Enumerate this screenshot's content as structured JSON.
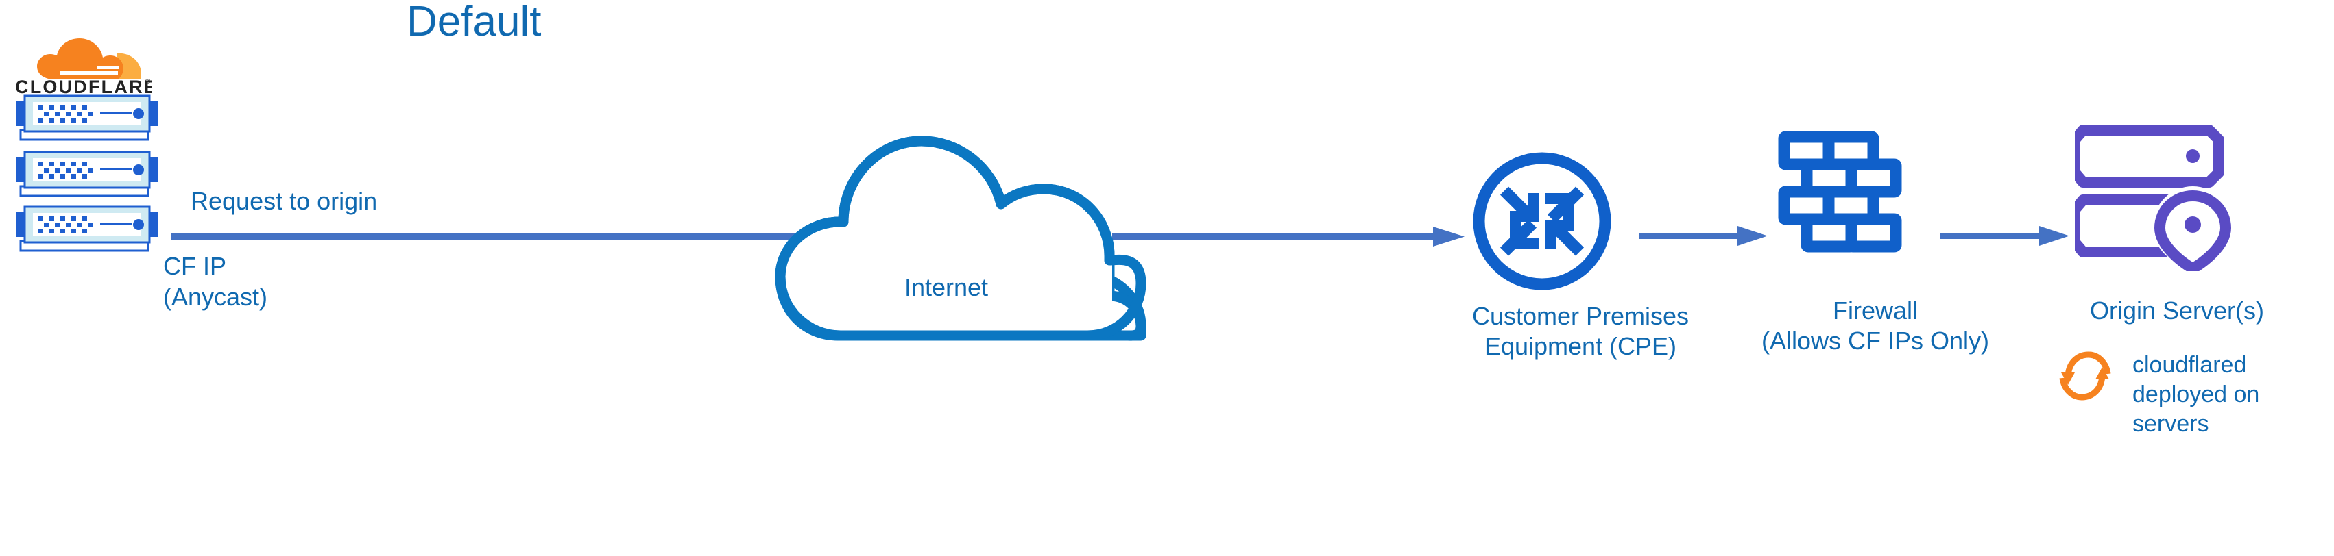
{
  "page": {
    "title": "Default",
    "background": "#ffffff"
  },
  "colors": {
    "title_blue": "#1069b0",
    "label_blue": "#1069b0",
    "icon_blue": "#1060ca",
    "cloud_blue": "#0b77c2",
    "connector_blue": "#4472c4",
    "server_blue": "#1f5fd0",
    "server_frame_light": "#cfeaf2",
    "origin_purple": "#5a4bc4",
    "cloudflare_orange": "#f6821f",
    "cloudflare_orange_light": "#fbad41",
    "wordmark_black": "#222222"
  },
  "brand": {
    "wordmark": "CLOUDFLARE",
    "registered_mark": "®",
    "logo_icon": "cloudflare-cloud-logo"
  },
  "edge": {
    "server_count": 3,
    "server_icon": "edge-server-icon"
  },
  "flow": {
    "request_label": "Request to origin",
    "cf_ip_label": "CF IP\n(Anycast)",
    "arrow_icon": "arrow-right-icon"
  },
  "nodes": [
    {
      "id": "internet",
      "label": "Internet",
      "icon": "cloud-icon"
    },
    {
      "id": "cpe",
      "label": "Customer Premises\nEquipment (CPE)",
      "icon": "router-icon"
    },
    {
      "id": "firewall",
      "label": "Firewall\n(Allows CF IPs Only)",
      "icon": "brick-wall-icon"
    },
    {
      "id": "origin",
      "label": "Origin Server(s)",
      "icon": "server-location-pin-icon"
    }
  ],
  "annotation": {
    "cloudflared_label": "cloudflared\ndeployed on\nservers",
    "cloudflared_icon": "refresh-sync-icon"
  }
}
